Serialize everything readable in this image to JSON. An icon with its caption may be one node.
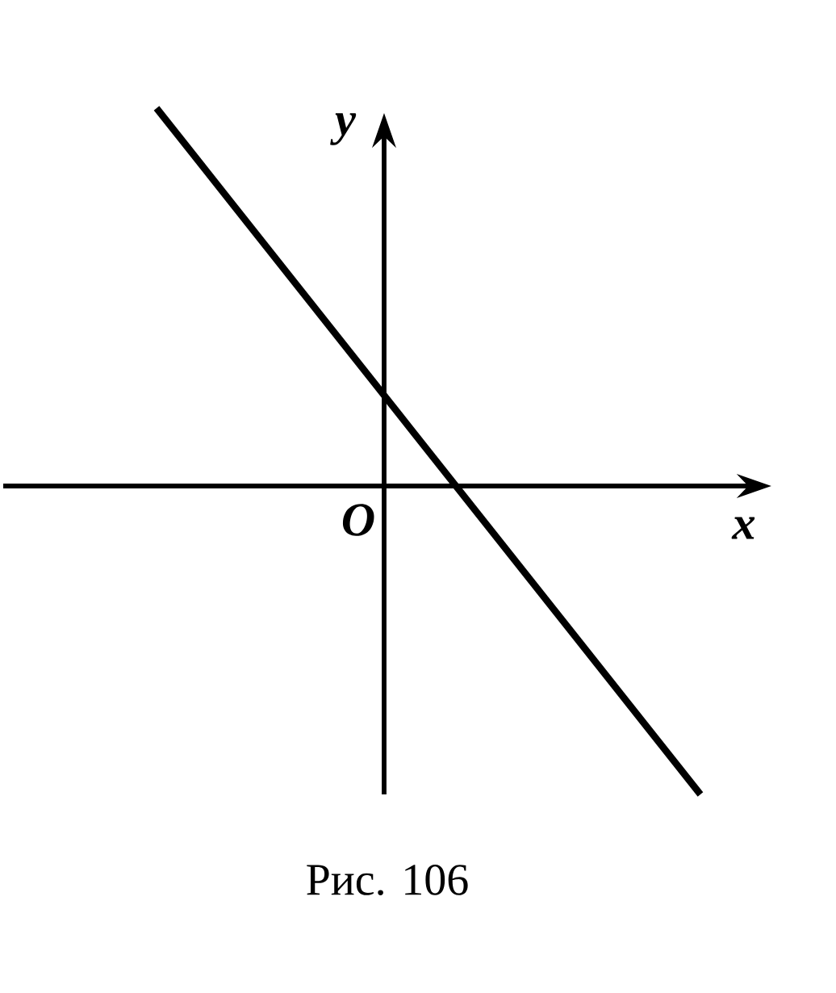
{
  "diagram": {
    "caption": "Рис. 106",
    "labels": [
      "y",
      "O",
      "x"
    ]
  }
}
